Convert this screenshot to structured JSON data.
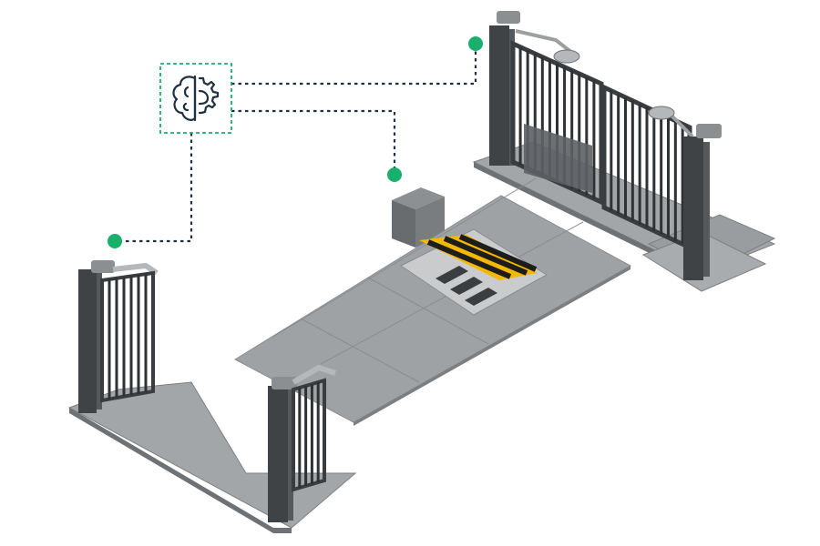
{
  "colors": {
    "accent": "#1aaf6c",
    "connector": "#1f3140",
    "steel": "#8e9194",
    "steel_dark": "#5f6366",
    "post": "#3f4346",
    "hazard_yellow": "#f5b800",
    "hazard_black": "#1d1d1d",
    "background": "#ffffff"
  },
  "controller": {
    "icon": "brain-gear-icon"
  },
  "connection_nodes": [
    {
      "name": "node-double-gate"
    },
    {
      "name": "node-road-blocker-unit"
    },
    {
      "name": "node-left-gate"
    }
  ],
  "components": [
    {
      "name": "double-swing-gate"
    },
    {
      "name": "road-blocker-platform"
    },
    {
      "name": "hydraulic-power-unit"
    },
    {
      "name": "single-swing-gate-pair"
    }
  ]
}
